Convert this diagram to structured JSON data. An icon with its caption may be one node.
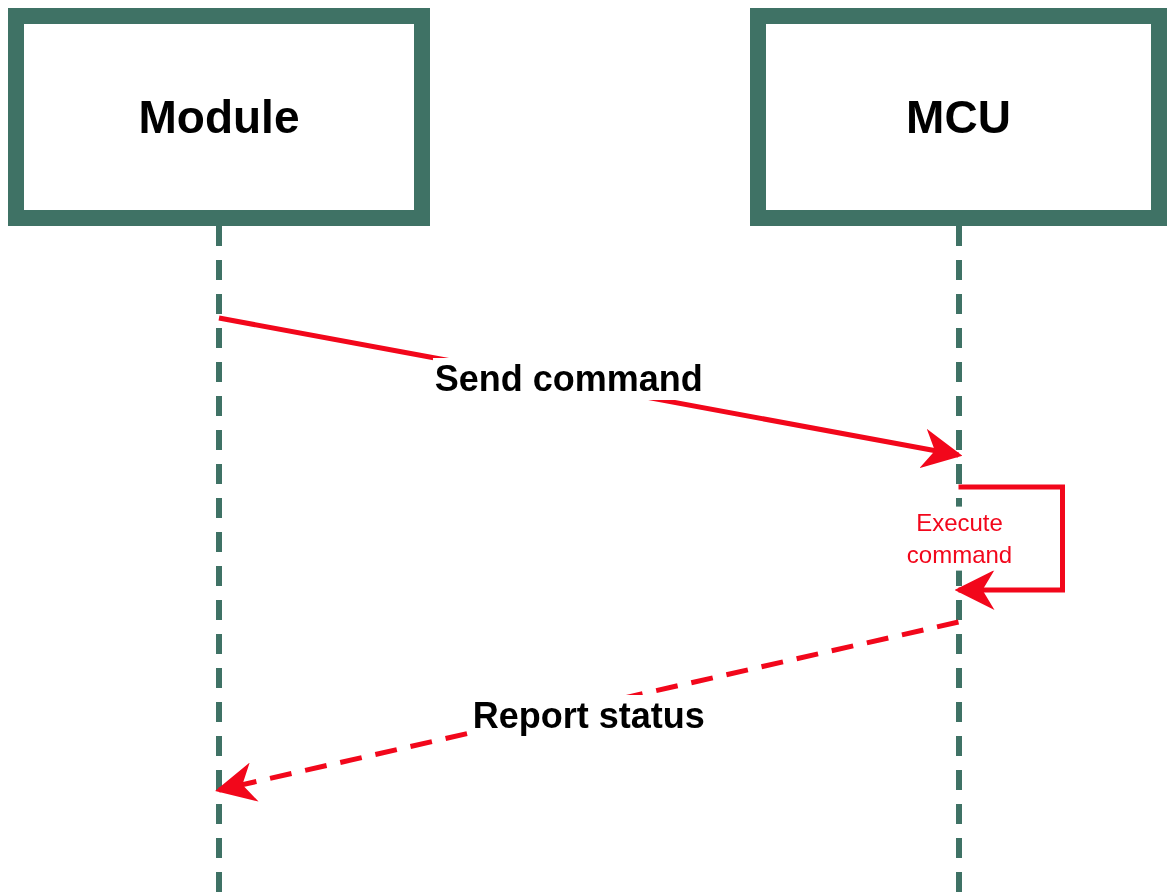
{
  "diagram": {
    "nodes": [
      {
        "text": [
          "Module"
        ]
      },
      {
        "text": [
          "MCU"
        ]
      }
    ],
    "edges": [
      {
        "from": 0,
        "to": 1,
        "arrow": "to",
        "label": "Send command"
      },
      {
        "from": 1,
        "to": 1,
        "arrow": "to",
        "label": "Execute command"
      },
      {
        "from": 1,
        "to": 0,
        "arrow": "to",
        "label": "Report status",
        "style": "dashed"
      }
    ]
  }
}
